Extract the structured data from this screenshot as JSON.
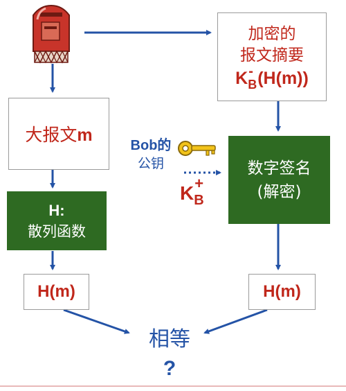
{
  "message_icon": "mailbox-icon",
  "key_icon": "key-icon",
  "encrypted_digest": {
    "line1": "加密的",
    "line2": "报文摘要",
    "formula_K": "K",
    "formula_sup": "-",
    "formula_sub": "B",
    "formula_rest": "(H(m))"
  },
  "large_message": {
    "text": "大报文",
    "var": "m"
  },
  "hash_box": {
    "line1": "H:",
    "line2": "散列函数"
  },
  "bob_pubkey": {
    "line1": "Bob的",
    "line2": "公钥",
    "K": "K",
    "sup": "+",
    "sub": "B"
  },
  "signature_box": {
    "line1": "数字签名",
    "line2": "(解密)"
  },
  "hm_left": "H(m)",
  "hm_right": "H(m)",
  "equal": "相等",
  "question": "?",
  "colors": {
    "arrow": "#2453a6",
    "red": "#c0271b",
    "green": "#2e6a22",
    "blue_text": "#2453a6",
    "bottom_line": "#e8b8b8"
  }
}
